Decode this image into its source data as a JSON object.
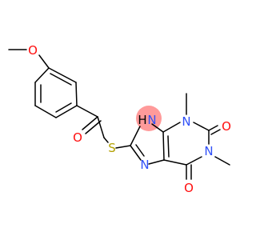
{
  "colors": {
    "background": "#ffffff",
    "bond": "#000000",
    "carbon_text": "#000000",
    "oxygen": "#ff0d0d",
    "nitrogen": "#3050f8",
    "sulfur": "#b2a000",
    "highlight": "#ff9a9a"
  },
  "atoms": {
    "methoxy_o": "O",
    "ketone_o": "O",
    "sulfur": "S",
    "nh": "H",
    "n9": "N",
    "n7": "N",
    "n3": "N",
    "n1": "N",
    "o2": "O",
    "o6": "O"
  }
}
